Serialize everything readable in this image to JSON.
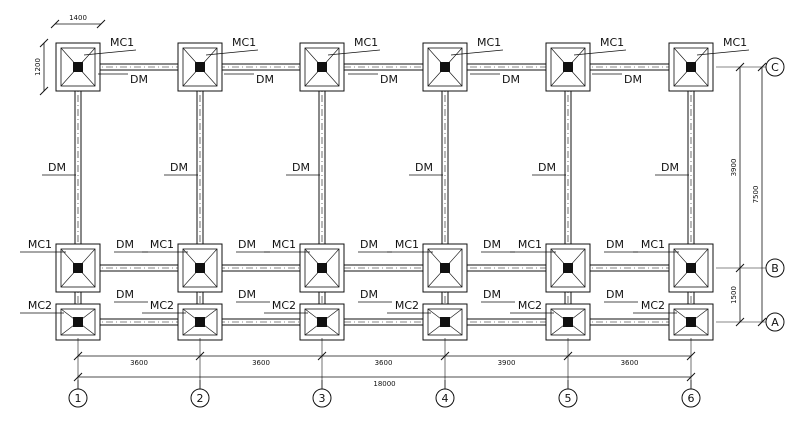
{
  "axes": {
    "columns": [
      "1",
      "2",
      "3",
      "4",
      "5",
      "6"
    ],
    "rows": [
      "C",
      "B",
      "A"
    ]
  },
  "dimensions": {
    "bays": [
      "3600",
      "3600",
      "3600",
      "3900",
      "3600"
    ],
    "total": "18000",
    "right_upper": "3900",
    "right_lower": "1500",
    "right_total": "7500",
    "pad_width": "1400",
    "pad_height": "1200"
  },
  "labels": {
    "footing_type_1": "MC1",
    "footing_type_2": "MC2",
    "grade_beam": "DM"
  }
}
